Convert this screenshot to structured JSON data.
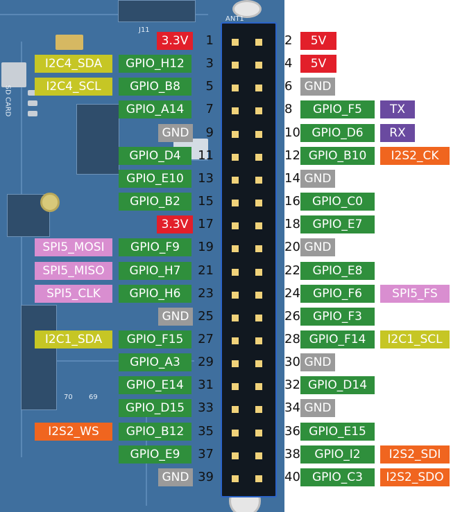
{
  "colors": {
    "gpio": "#2f8f3c",
    "power": "#e21f2a",
    "gnd": "#9a9a9a",
    "i2c": "#c6c625",
    "uart": "#6a4aa0",
    "spi": "#d98ed0",
    "i2s": "#f0651f"
  },
  "board_silk": {
    "j11": "J11",
    "ant1": "ANT1",
    "sdcard": "SD CARD",
    "n70": "70",
    "n69": "69",
    "n39": "39",
    "n40": "40"
  },
  "pins": [
    {
      "num": "1",
      "name": "3.3V",
      "type": "power",
      "alt": null
    },
    {
      "num": "2",
      "name": "5V",
      "type": "power",
      "alt": null
    },
    {
      "num": "3",
      "name": "GPIO_H12",
      "type": "gpio",
      "alt": {
        "label": "I2C4_SDA",
        "type": "i2c"
      }
    },
    {
      "num": "4",
      "name": "5V",
      "type": "power",
      "alt": null
    },
    {
      "num": "5",
      "name": "GPIO_B8",
      "type": "gpio",
      "alt": {
        "label": "I2C4_SCL",
        "type": "i2c"
      }
    },
    {
      "num": "6",
      "name": "GND",
      "type": "gnd",
      "alt": null
    },
    {
      "num": "7",
      "name": "GPIO_A14",
      "type": "gpio",
      "alt": null
    },
    {
      "num": "8",
      "name": "GPIO_F5",
      "type": "gpio",
      "alt": {
        "label": "TX",
        "type": "uart"
      }
    },
    {
      "num": "9",
      "name": "GND",
      "type": "gnd",
      "alt": null
    },
    {
      "num": "10",
      "name": "GPIO_D6",
      "type": "gpio",
      "alt": {
        "label": "RX",
        "type": "uart"
      }
    },
    {
      "num": "11",
      "name": "GPIO_D4",
      "type": "gpio",
      "alt": null
    },
    {
      "num": "12",
      "name": "GPIO_B10",
      "type": "gpio",
      "alt": {
        "label": "I2S2_CK",
        "type": "i2s"
      }
    },
    {
      "num": "13",
      "name": "GPIO_E10",
      "type": "gpio",
      "alt": null
    },
    {
      "num": "14",
      "name": "GND",
      "type": "gnd",
      "alt": null
    },
    {
      "num": "15",
      "name": "GPIO_B2",
      "type": "gpio",
      "alt": null
    },
    {
      "num": "16",
      "name": "GPIO_C0",
      "type": "gpio",
      "alt": null
    },
    {
      "num": "17",
      "name": "3.3V",
      "type": "power",
      "alt": null
    },
    {
      "num": "18",
      "name": "GPIO_E7",
      "type": "gpio",
      "alt": null
    },
    {
      "num": "19",
      "name": "GPIO_F9",
      "type": "gpio",
      "alt": {
        "label": "SPI5_MOSI",
        "type": "spi"
      }
    },
    {
      "num": "20",
      "name": "GND",
      "type": "gnd",
      "alt": null
    },
    {
      "num": "21",
      "name": "GPIO_H7",
      "type": "gpio",
      "alt": {
        "label": "SPI5_MISO",
        "type": "spi"
      }
    },
    {
      "num": "22",
      "name": "GPIO_E8",
      "type": "gpio",
      "alt": null
    },
    {
      "num": "23",
      "name": "GPIO_H6",
      "type": "gpio",
      "alt": {
        "label": "SPI5_CLK",
        "type": "spi"
      }
    },
    {
      "num": "24",
      "name": "GPIO_F6",
      "type": "gpio",
      "alt": {
        "label": "SPI5_FS",
        "type": "spi"
      }
    },
    {
      "num": "25",
      "name": "GND",
      "type": "gnd",
      "alt": null
    },
    {
      "num": "26",
      "name": "GPIO_F3",
      "type": "gpio",
      "alt": null
    },
    {
      "num": "27",
      "name": "GPIO_F15",
      "type": "gpio",
      "alt": {
        "label": "I2C1_SDA",
        "type": "i2c"
      }
    },
    {
      "num": "28",
      "name": "GPIO_F14",
      "type": "gpio",
      "alt": {
        "label": "I2C1_SCL",
        "type": "i2c"
      }
    },
    {
      "num": "29",
      "name": "GPIO_A3",
      "type": "gpio",
      "alt": null
    },
    {
      "num": "30",
      "name": "GND",
      "type": "gnd",
      "alt": null
    },
    {
      "num": "31",
      "name": "GPIO_E14",
      "type": "gpio",
      "alt": null
    },
    {
      "num": "32",
      "name": "GPIO_D14",
      "type": "gpio",
      "alt": null
    },
    {
      "num": "33",
      "name": "GPIO_D15",
      "type": "gpio",
      "alt": null
    },
    {
      "num": "34",
      "name": "GND",
      "type": "gnd",
      "alt": null
    },
    {
      "num": "35",
      "name": "GPIO_B12",
      "type": "gpio",
      "alt": {
        "label": "I2S2_WS",
        "type": "i2s"
      }
    },
    {
      "num": "36",
      "name": "GPIO_E15",
      "type": "gpio",
      "alt": null
    },
    {
      "num": "37",
      "name": "GPIO_E9",
      "type": "gpio",
      "alt": null
    },
    {
      "num": "38",
      "name": "GPIO_I2",
      "type": "gpio",
      "alt": {
        "label": "I2S2_SDI",
        "type": "i2s"
      }
    },
    {
      "num": "39",
      "name": "GND",
      "type": "gnd",
      "alt": null
    },
    {
      "num": "40",
      "name": "GPIO_C3",
      "type": "gpio",
      "alt": {
        "label": "I2S2_SDO",
        "type": "i2s"
      }
    }
  ]
}
